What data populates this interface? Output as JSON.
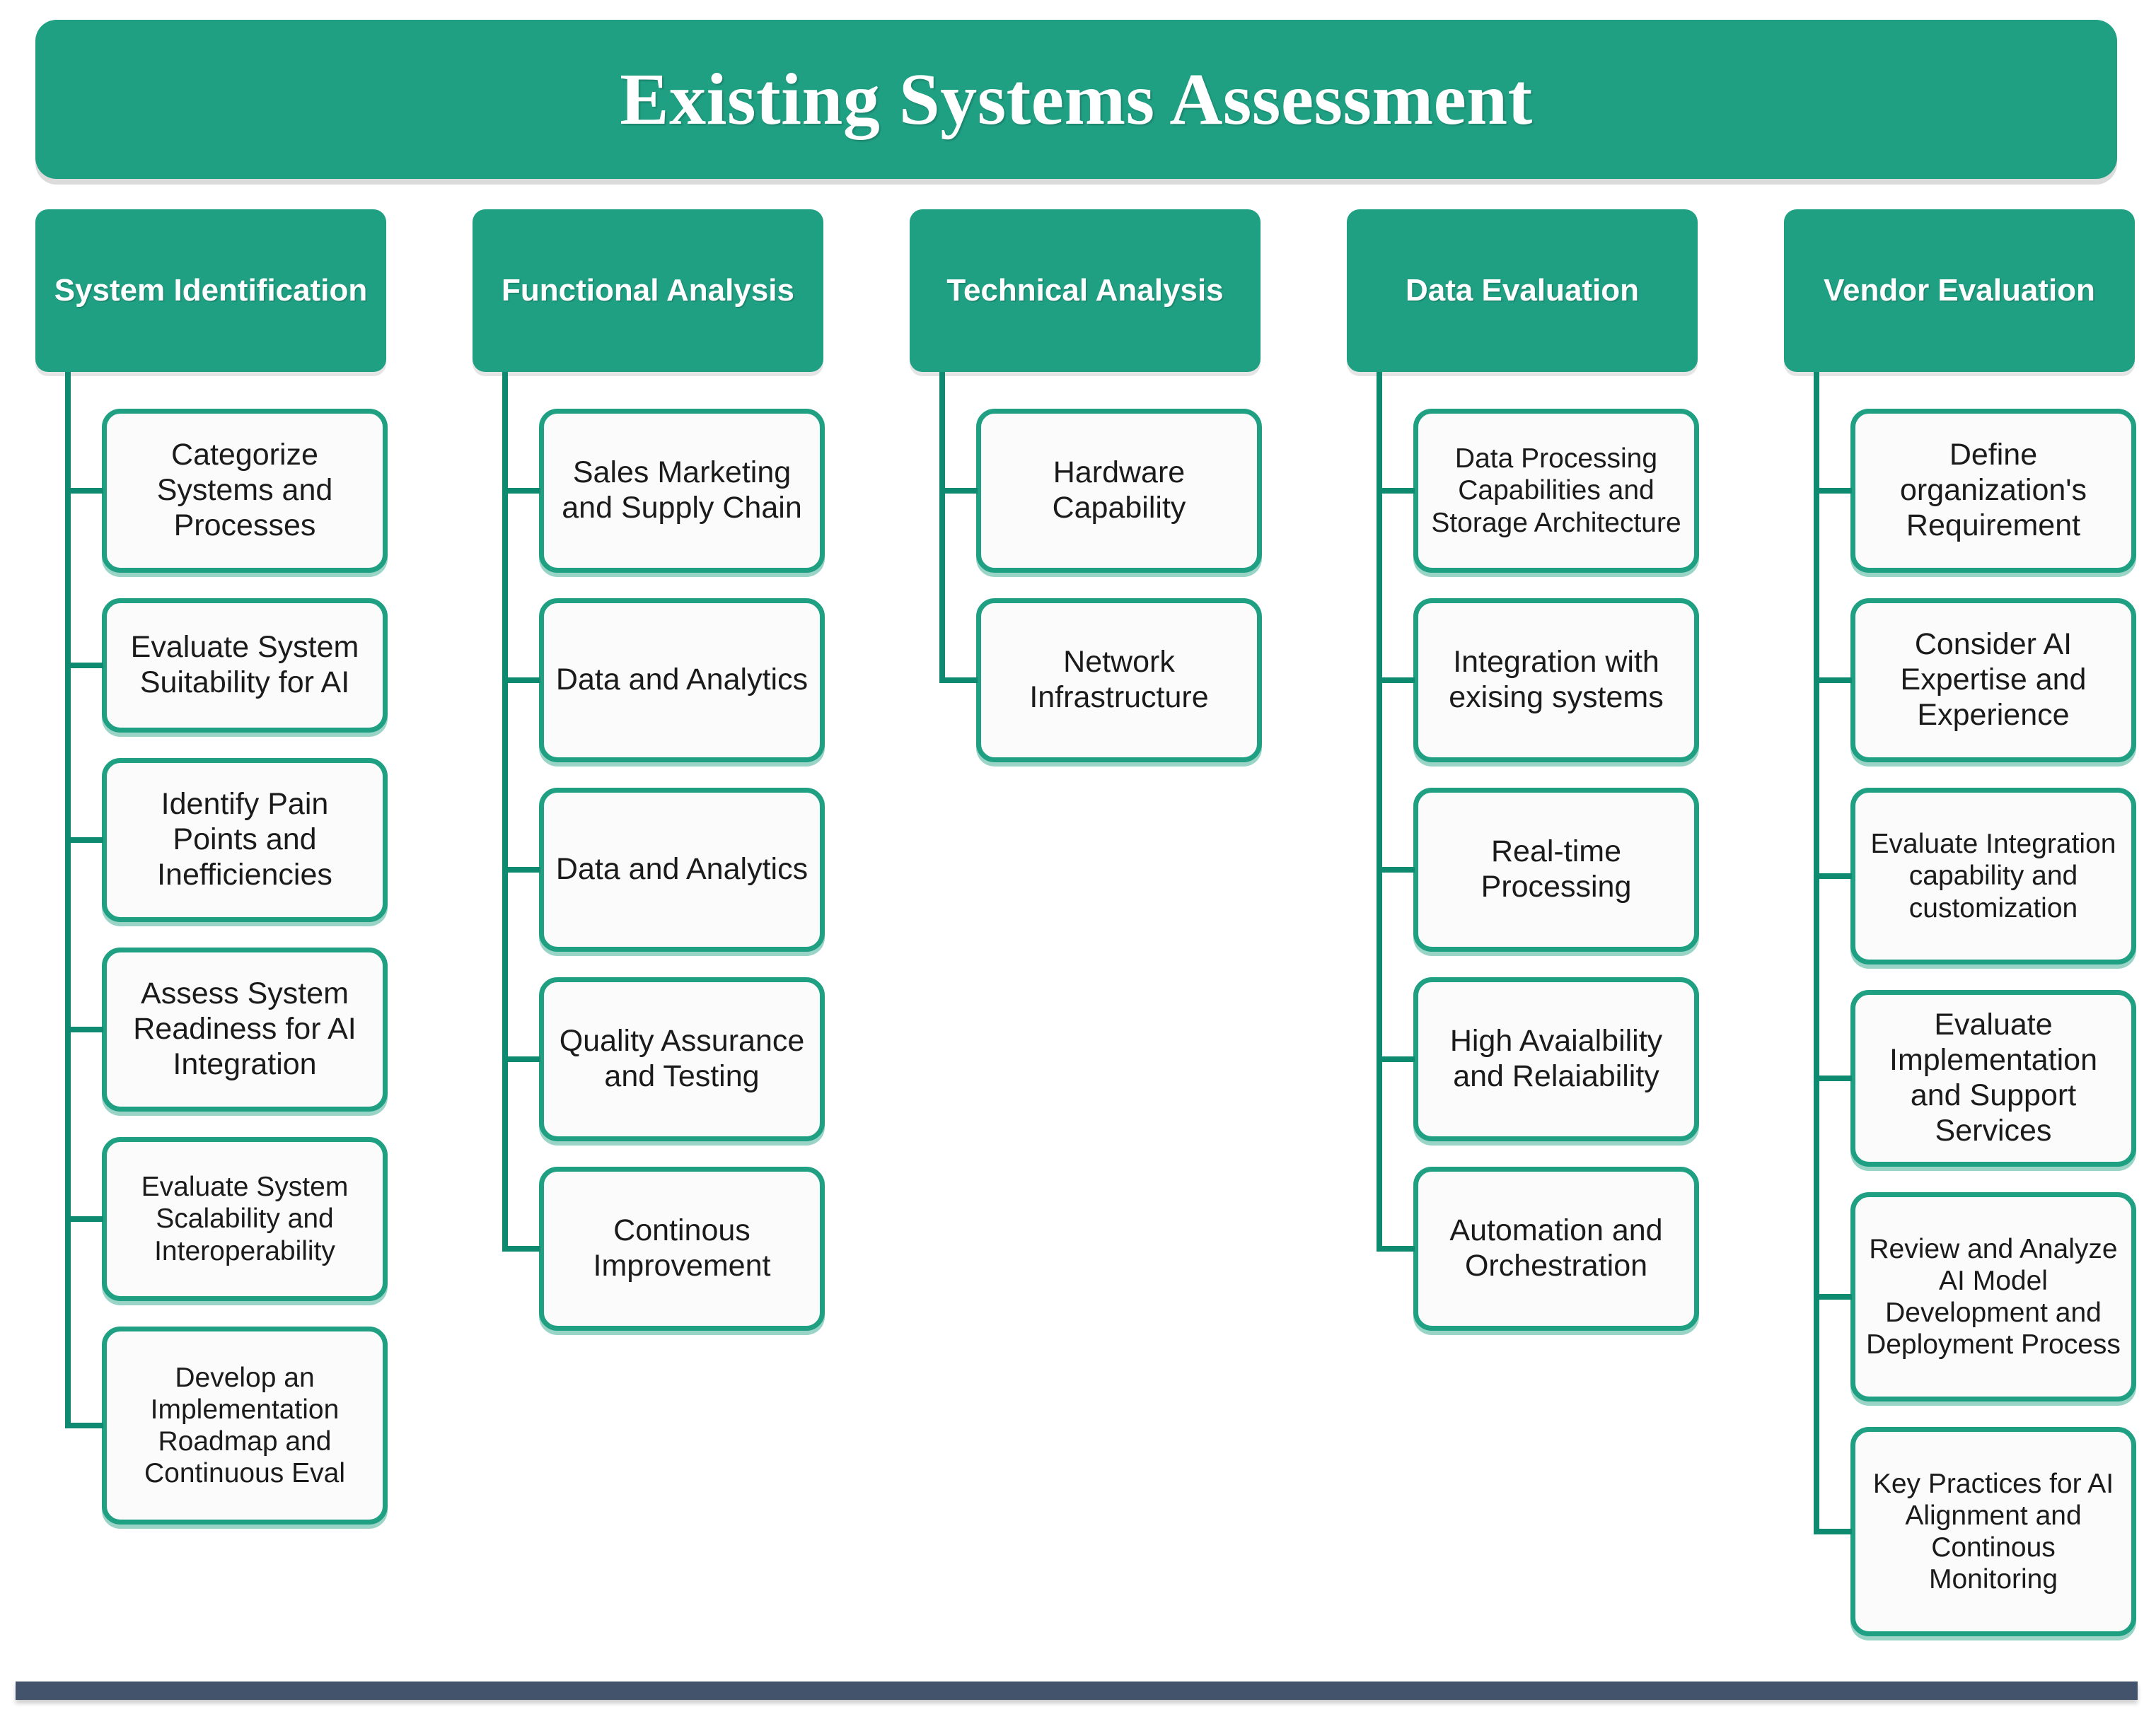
{
  "title": {
    "text": "Existing Systems Assessment"
  },
  "theme": {
    "green": "#1fa083",
    "green_dark": "#0d8a70",
    "footer_blue": "#43536b",
    "box_bg": "#fbfbfb",
    "text_dark": "#1b1b1b",
    "text_light": "#ffffff"
  },
  "columns": [
    {
      "header": "System Identification",
      "items": [
        "Categorize Systems and Processes",
        "Evaluate System Suitability for AI",
        "Identify Pain Points and Inefficiencies",
        "Assess System Readiness for AI Integration",
        "Evaluate System Scalability and Interoperability",
        "Develop an Implementation Roadmap and Continuous Eval"
      ]
    },
    {
      "header": "Functional Analysis",
      "items": [
        "Sales Marketing and Supply Chain",
        "Data and Analytics",
        "Data and Analytics",
        "Quality Assurance and Testing",
        "Continous Improvement"
      ]
    },
    {
      "header": "Technical Analysis",
      "items": [
        "Hardware Capability",
        "Network Infrastructure"
      ]
    },
    {
      "header": "Data Evaluation",
      "items": [
        "Data Processing Capabilities and Storage Architecture",
        "Integration with exising systems",
        "Real-time Processing",
        "High Avaialbility and Relaiability",
        "Automation and Orchestration"
      ]
    },
    {
      "header": "Vendor Evaluation",
      "items": [
        "Define organization's Requirement",
        "Consider AI Expertise and Experience",
        "Evaluate Integration capability and customization",
        "Evaluate Implementation and Support Services",
        "Review and Analyze AI Model Development and Deployment Process",
        "Key Practices for AI Alignment and Continous Monitoring"
      ]
    }
  ]
}
